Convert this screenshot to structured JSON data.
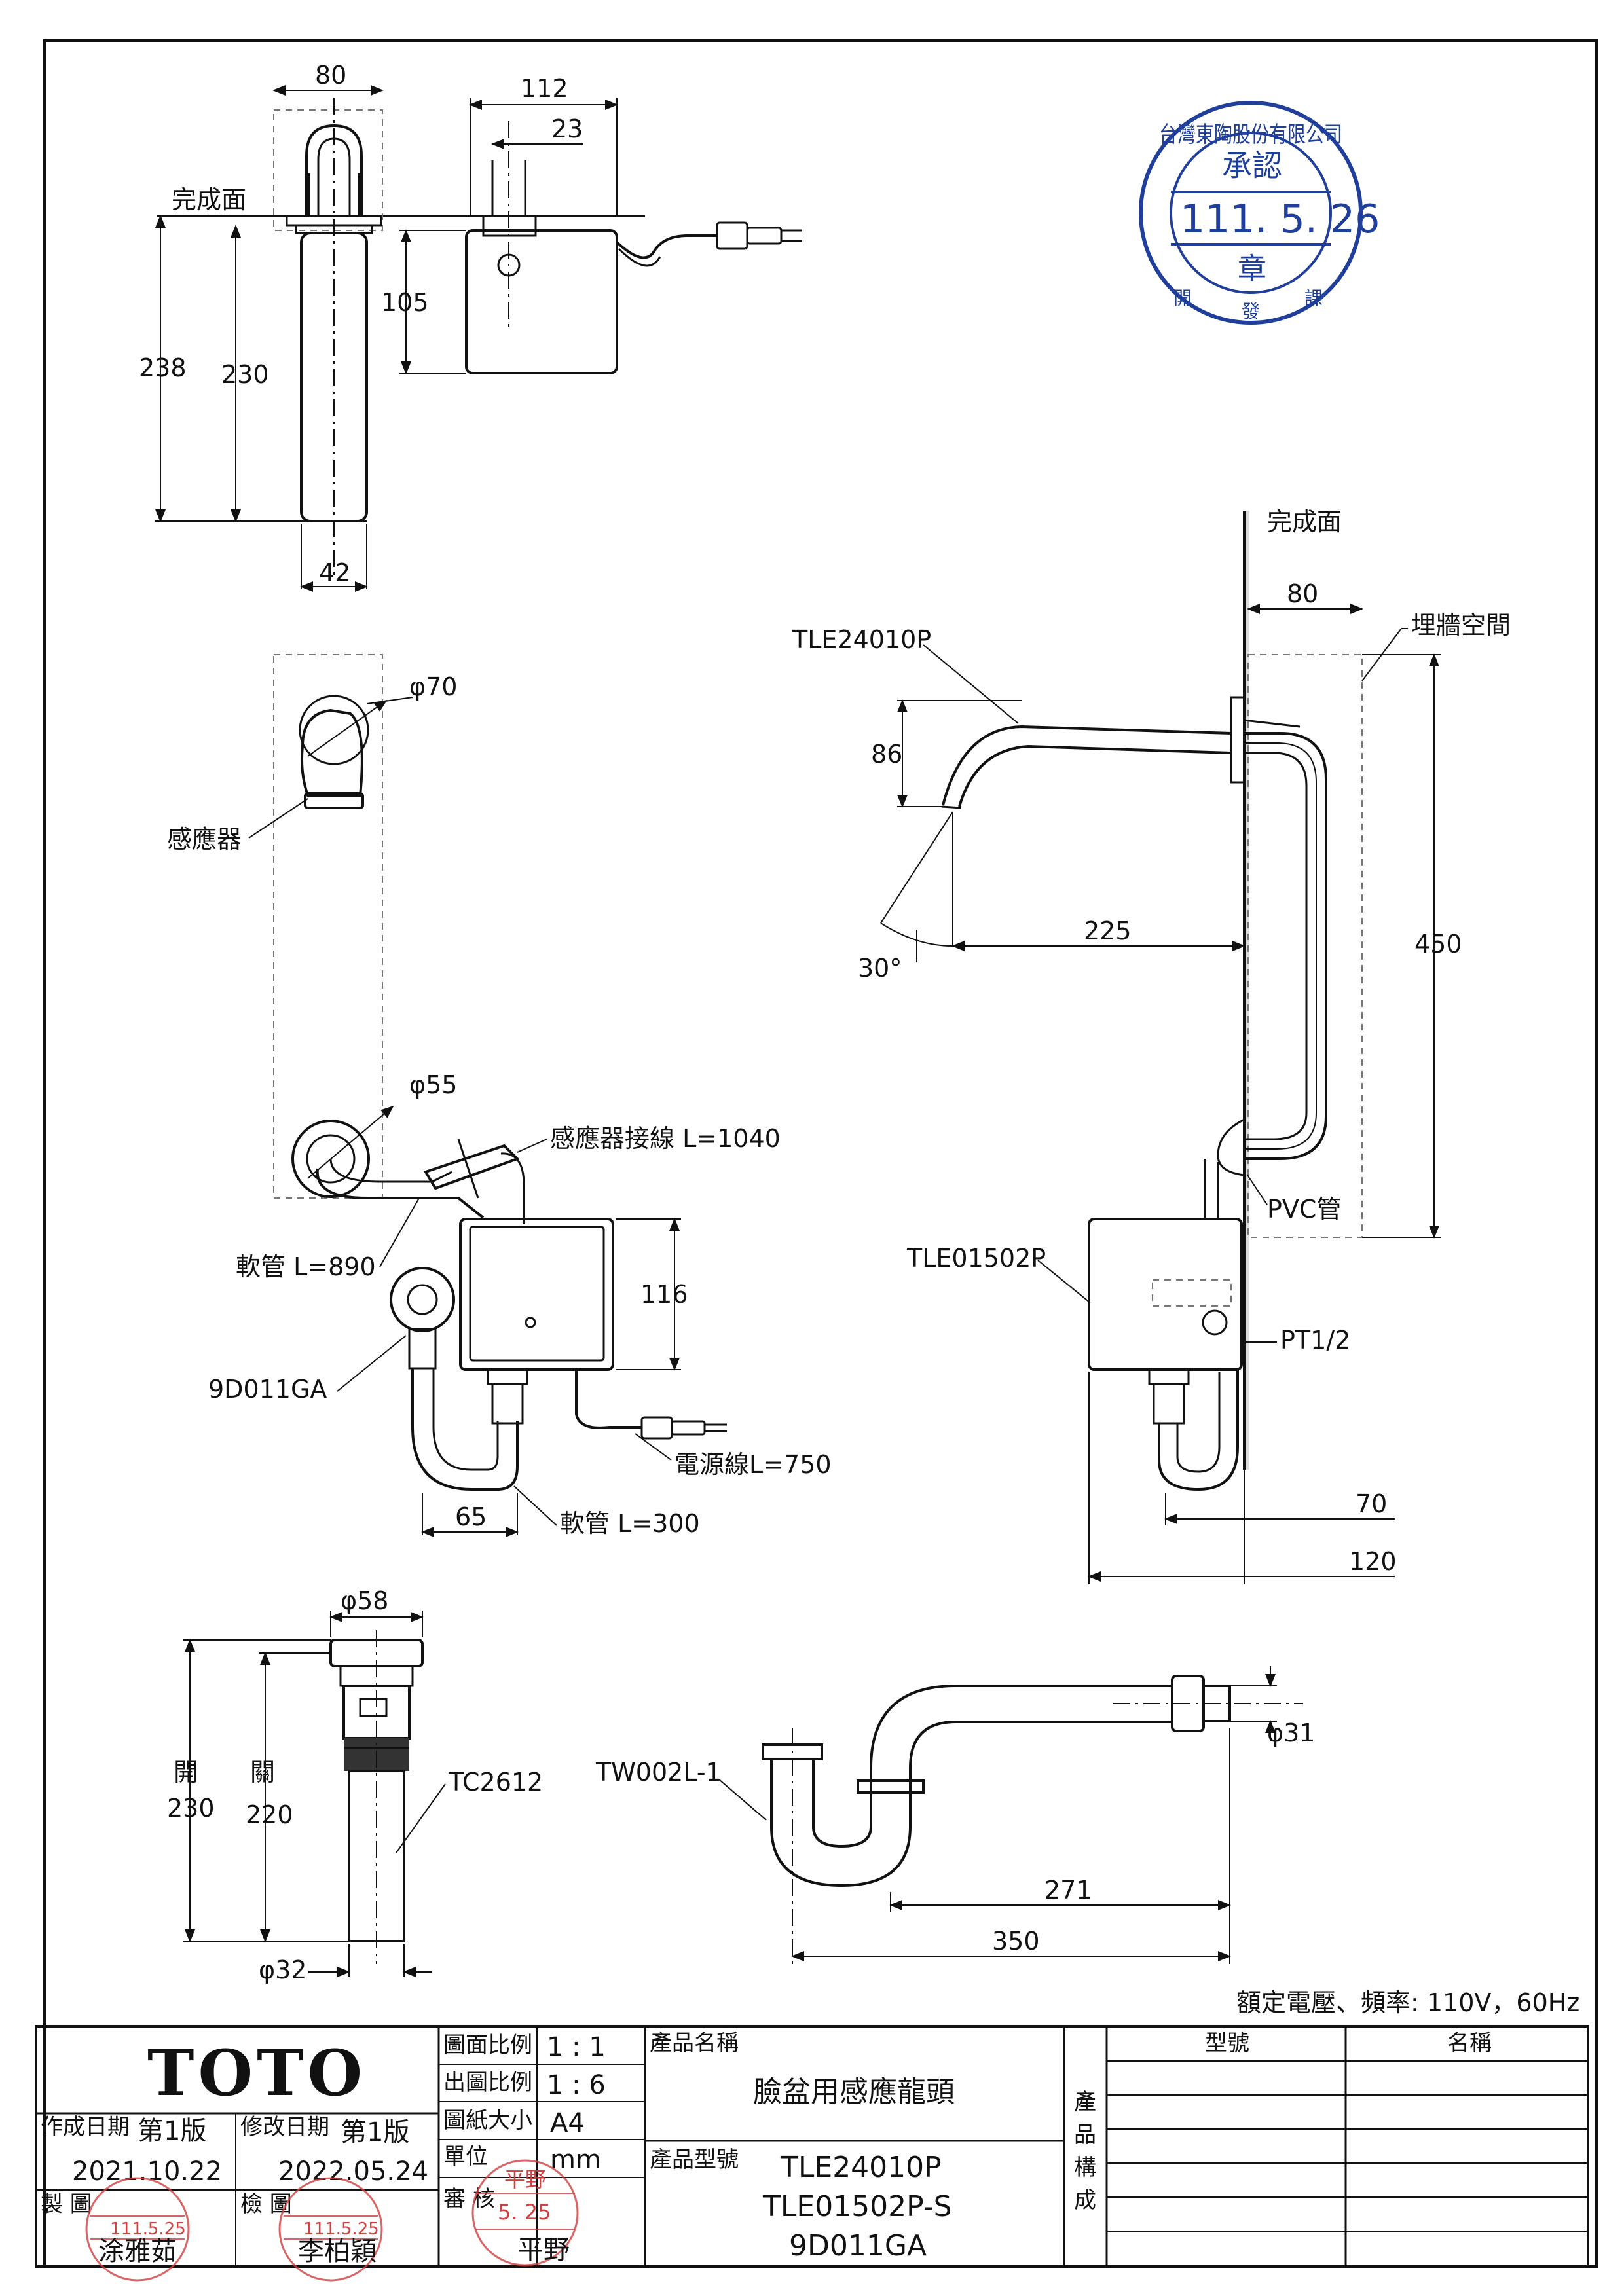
{
  "dimensions": {
    "top_view_80": "80",
    "top_view_112": "112",
    "top_view_23": "23",
    "top_view_105": "105",
    "top_view_238": "238",
    "top_view_230": "230",
    "top_view_42": "42",
    "phi70": "φ70",
    "phi55": "φ55",
    "box_116": "116",
    "hose_65": "65",
    "side_80": "80",
    "side_86": "86",
    "side_225": "225",
    "side_450": "450",
    "angle_30": "30°",
    "side_70": "70",
    "side_120": "120",
    "phi58": "φ58",
    "open_230": "開\n230",
    "open_230_a": "開",
    "open_230_b": "230",
    "close_220_a": "關",
    "close_220_b": "220",
    "phi32": "φ32",
    "phi31": "φ31",
    "trap_271": "271",
    "trap_350": "350"
  },
  "labels": {
    "finish_surface_top": "完成面",
    "finish_surface_side": "完成面",
    "sensor": "感應器",
    "sensor_cable": "感應器接線 L=1040",
    "hose_890": "軟管 L=890",
    "part_9d011ga": "9D011GA",
    "power_cable": "電源線L=750",
    "hose_300": "軟管 L=300",
    "part_tle24010p": "TLE24010P",
    "embed_space": "埋牆空間",
    "pvc_pipe": "PVC管",
    "part_tle01502p": "TLE01502P",
    "pt12": "PT1/2",
    "part_tc2612": "TC2612",
    "part_tw002l1": "TW002L-1",
    "rated": "額定電壓、頻率: 110V，60Hz"
  },
  "stamp_top": {
    "date": "111. 5. 26",
    "approve": "承認",
    "chapter": "章",
    "ring_text": "台灣東陶股份有限公司",
    "bottom_left": "開",
    "bottom_mid": "發",
    "bottom_right": "課"
  },
  "title_block": {
    "brand": "TOTO",
    "drawing_scale_label": "圖面比例",
    "drawing_scale": "1 : 1",
    "output_scale_label": "出圖比例",
    "output_scale": "1 : 6",
    "paper_size_label": "圖紙大小",
    "paper_size": "A4",
    "unit_label": "單位",
    "unit": "mm",
    "review_label": "審 核",
    "created_label": "作成日期",
    "created_edition": "第1版",
    "created_date": "2021.10.22",
    "modified_label": "修改日期",
    "modified_edition": "第1版",
    "modified_date": "2022.05.24",
    "drawn_label": "製 圖",
    "checked_label": "檢 圖",
    "drawn_by": "涂雅茹",
    "checked_by": "李柏穎",
    "reviewed_by": "平野",
    "drawn_stamp_date": "111.5.25",
    "checked_stamp_date": "111.5.25",
    "review_stamp_date": "5. 25",
    "review_stamp_name": "平野",
    "product_name_label": "產品名稱",
    "product_name": "臉盆用感應龍頭",
    "product_model_label": "產品型號",
    "product_models": [
      "TLE24010P",
      "TLE01502P-S",
      "9D011GA"
    ],
    "composition_label": [
      "產",
      "品",
      "構",
      "成"
    ],
    "model_col": "型號",
    "name_col": "名稱"
  }
}
